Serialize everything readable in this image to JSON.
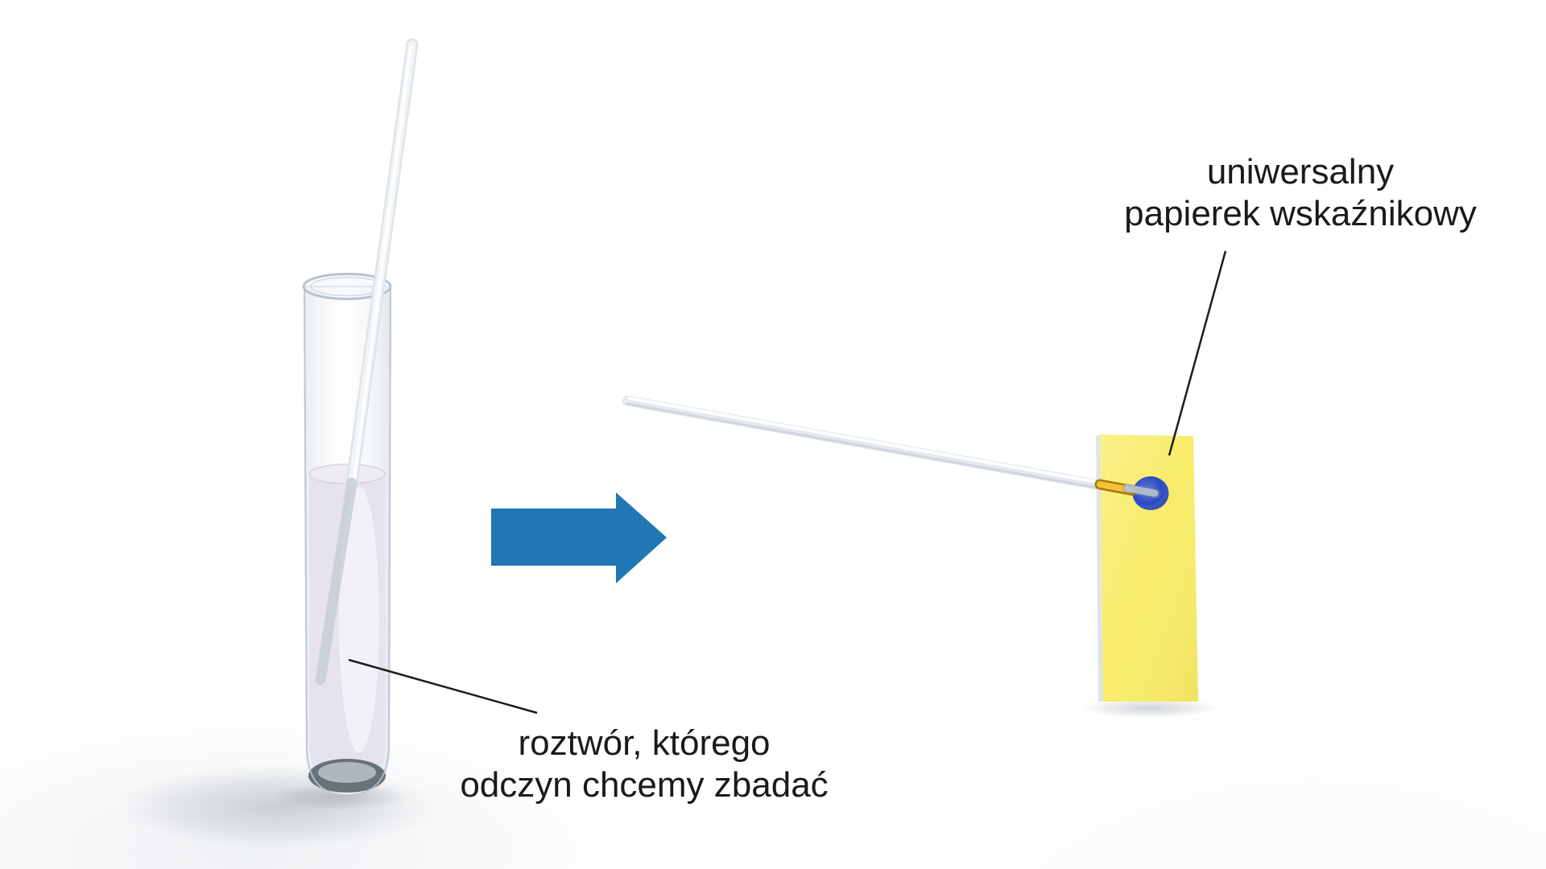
{
  "diagram": {
    "labels": {
      "paper": {
        "line1": "uniwersalny",
        "line2": "papierek wskaźnikowy"
      },
      "solution": {
        "line1": "roztwór, którego",
        "line2": "odczyn chcemy zbadać"
      }
    },
    "colors": {
      "arrow_blue": "#2077b4",
      "paper_yellow": "#f8ec69",
      "spot_blue": "#2b47c4",
      "liquid_lavender": "#e6e3ee",
      "leader_line": "#1c1c1c"
    }
  }
}
